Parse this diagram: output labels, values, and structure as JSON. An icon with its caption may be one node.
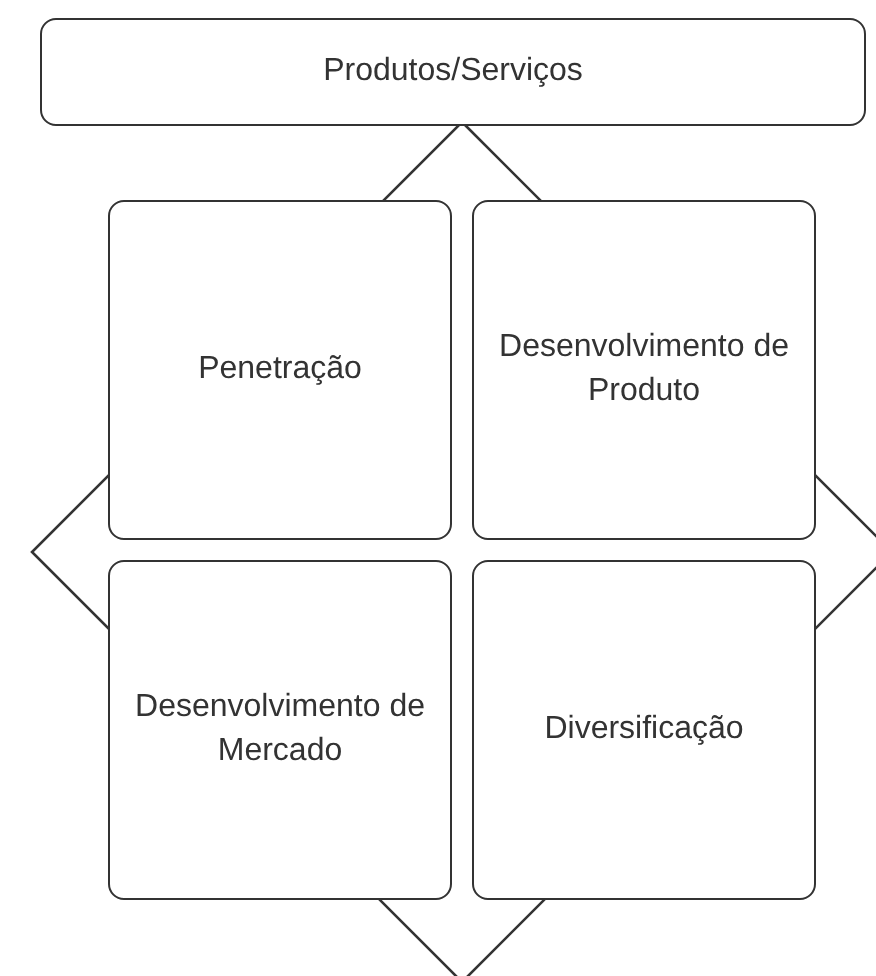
{
  "diagram": {
    "nodes": [
      {
        "text": [
          "Produtos/Serviços"
        ]
      },
      {
        "text": [
          "Penetração"
        ]
      },
      {
        "text": [
          "Desenvolvimento de Produto"
        ]
      },
      {
        "text": [
          "Desenvolvimento de Mercado"
        ]
      },
      {
        "text": [
          "Diversificação"
        ]
      }
    ]
  }
}
